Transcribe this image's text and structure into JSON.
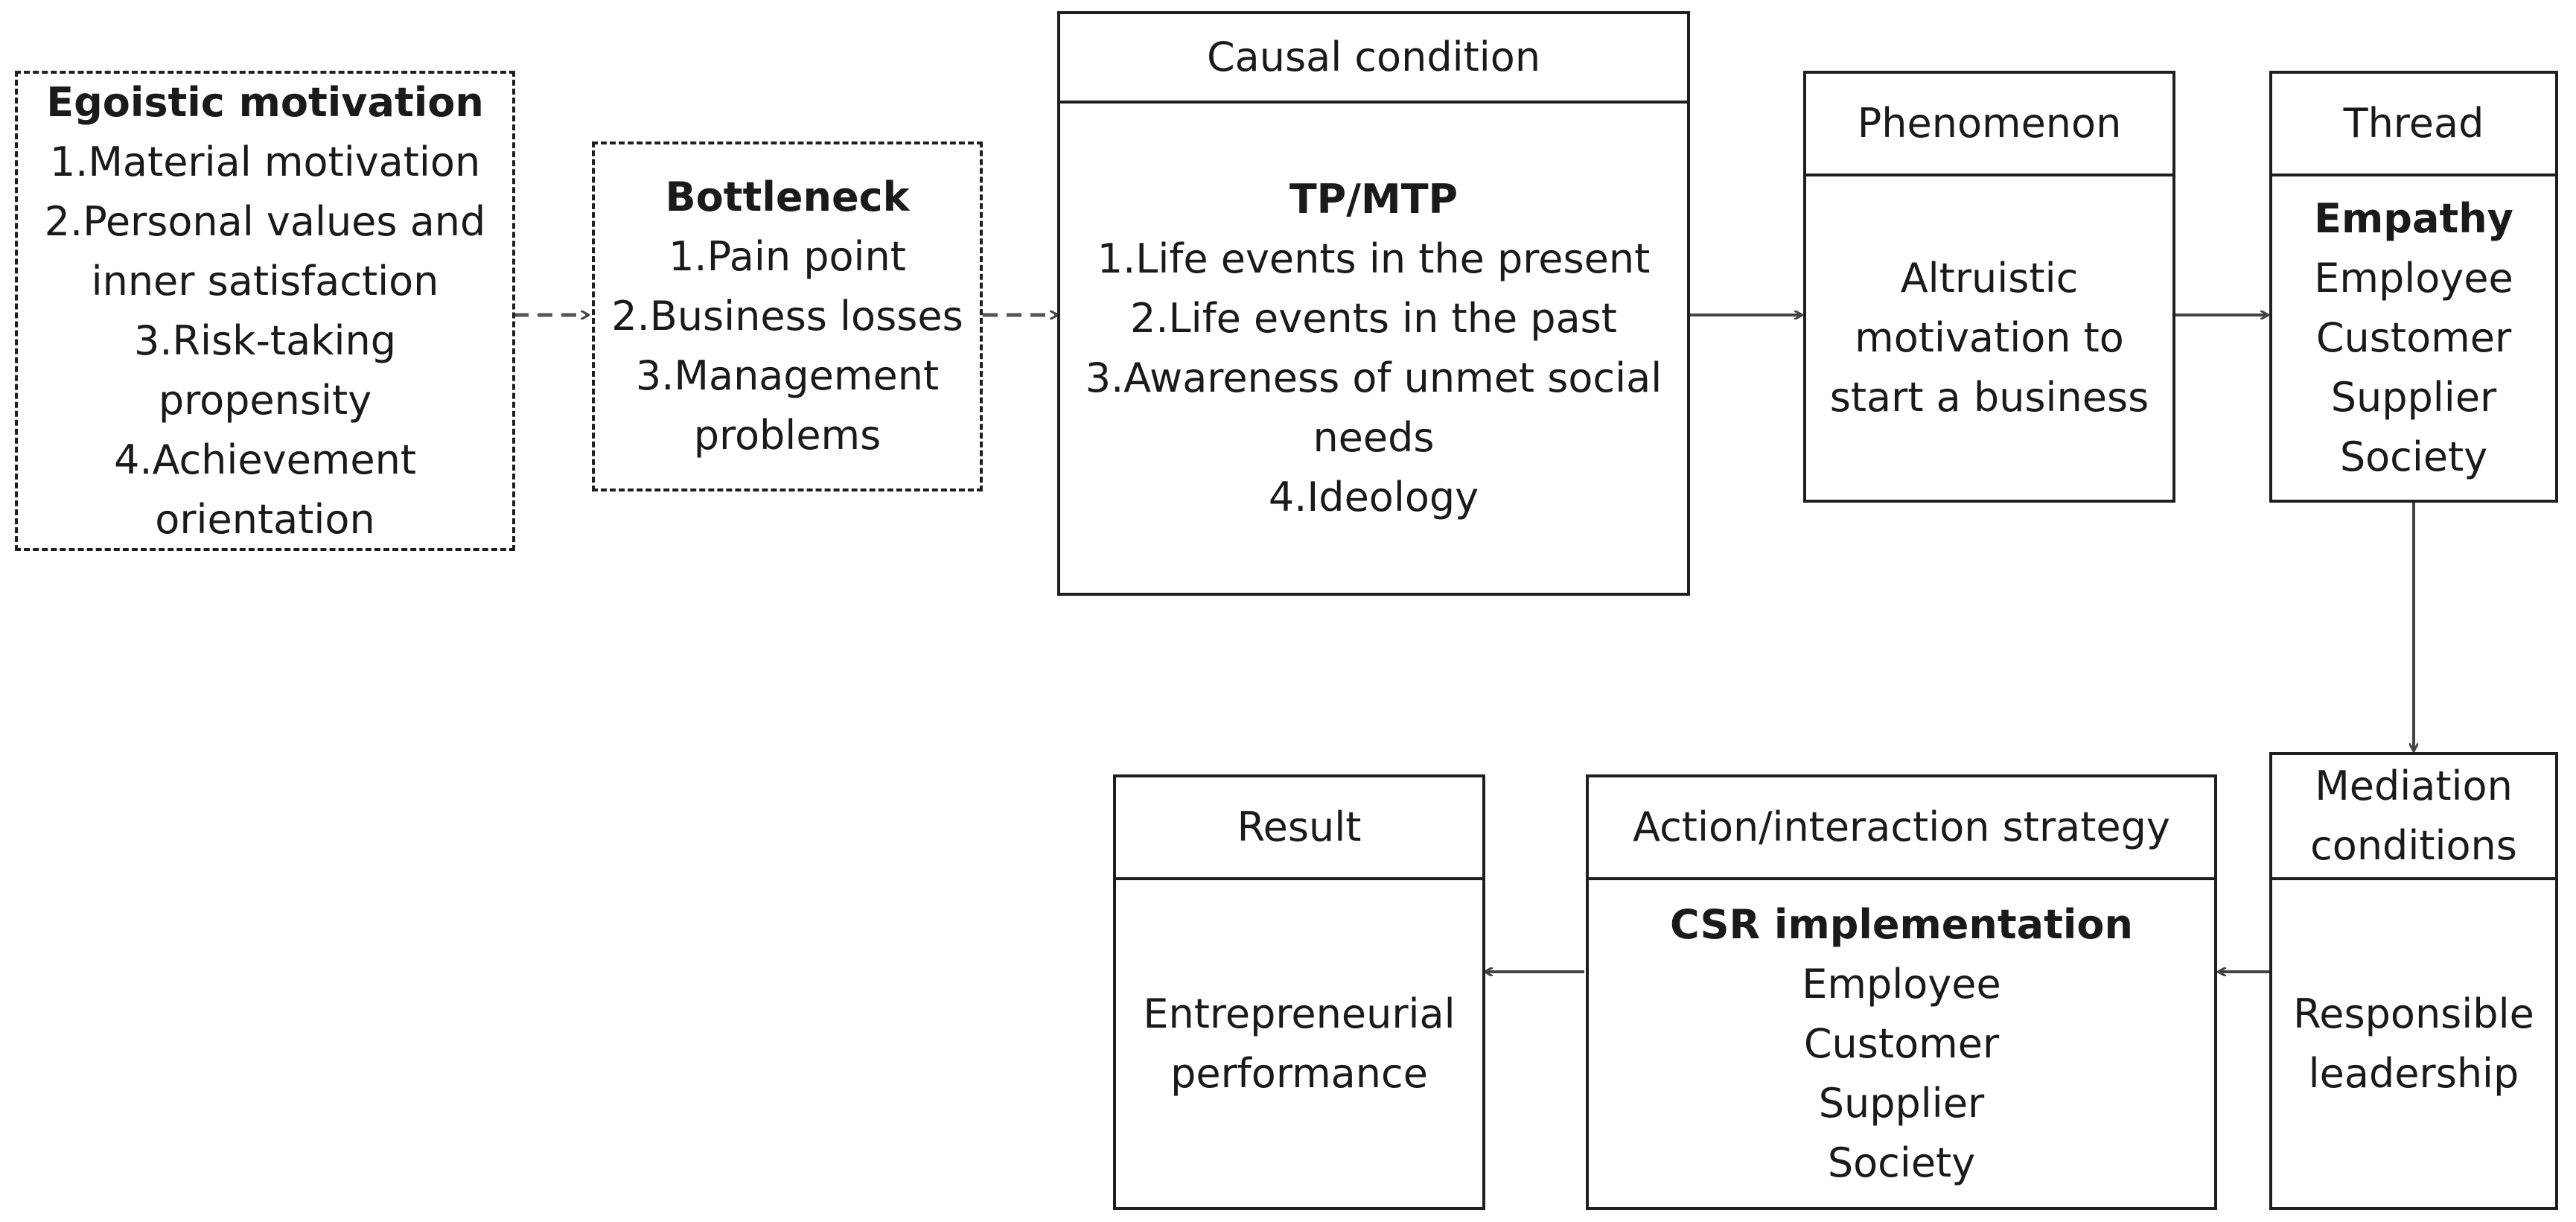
{
  "egoistic": {
    "title": "Egoistic motivation",
    "items": [
      "1.Material motivation",
      "2.Personal values and",
      "inner satisfaction",
      "3.Risk-taking",
      "propensity",
      "4.Achievement",
      "orientation"
    ]
  },
  "bottleneck": {
    "title": "Bottleneck",
    "items": [
      "1.Pain point",
      "2.Business losses",
      "3.Management",
      "problems"
    ]
  },
  "causal": {
    "header": "Causal condition",
    "title": "TP/MTP",
    "items": [
      "1.Life events in the present",
      "2.Life events in the past",
      "3.Awareness of unmet social",
      "needs",
      "4.Ideology"
    ]
  },
  "phenomenon": {
    "header": "Phenomenon",
    "items": [
      "Altruistic",
      "motivation to",
      "start a business"
    ]
  },
  "thread": {
    "header": "Thread",
    "title": "Empathy",
    "items": [
      "Employee",
      "Customer",
      "Supplier",
      "Society"
    ]
  },
  "mediation": {
    "header_lines": [
      "Mediation",
      "conditions"
    ],
    "items": [
      "Responsible",
      "leadership"
    ]
  },
  "action": {
    "header": "Action/interaction strategy",
    "title": "CSR implementation",
    "items": [
      "Employee",
      "Customer",
      "Supplier",
      "Society"
    ]
  },
  "result": {
    "header": "Result",
    "items": [
      "Entrepreneurial",
      "performance"
    ]
  },
  "colors": {
    "stroke": "#1f1f1f",
    "text": "#1a1a1a",
    "background": "#ffffff"
  }
}
